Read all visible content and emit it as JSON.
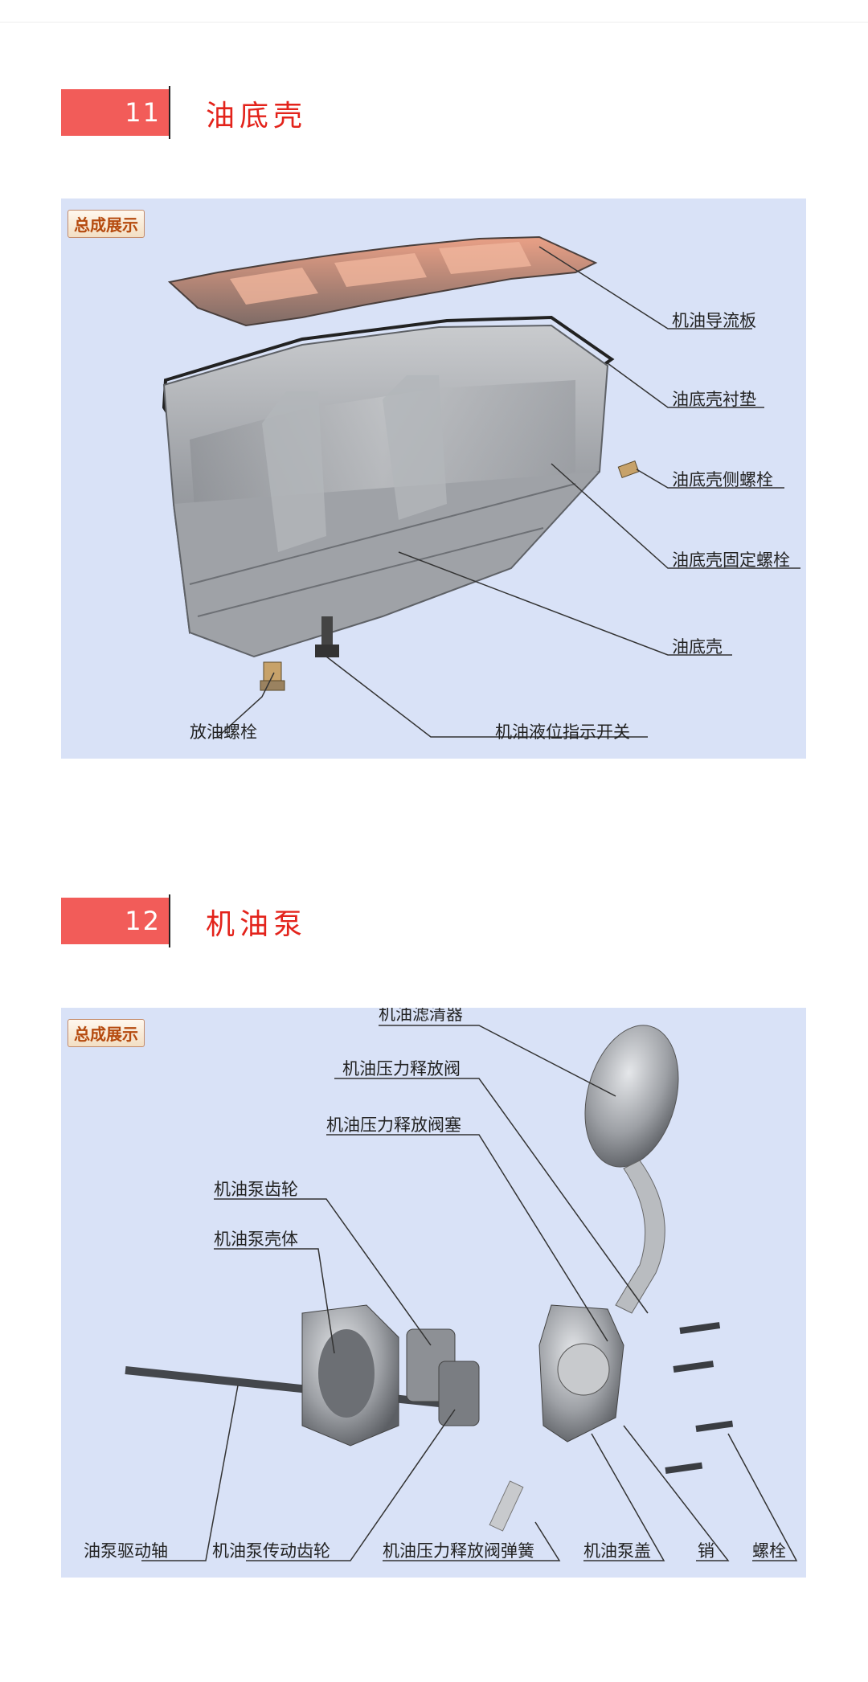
{
  "sections": [
    {
      "number": "11",
      "title": "油底壳",
      "badge": "总成展示",
      "labels": {
        "baffle": "机油导流板",
        "gasket": "油底壳衬垫",
        "side_bolt": "油底壳侧螺栓",
        "fix_bolt": "油底壳固定螺栓",
        "pan": "油底壳",
        "drain": "放油螺栓",
        "level_switch": "机油液位指示开关"
      }
    },
    {
      "number": "12",
      "title": "机油泵",
      "badge": "总成展示",
      "labels": {
        "strainer": "机油滤清器",
        "relief_valve": "机油压力释放阀",
        "relief_plug": "机油压力释放阀塞",
        "pump_gear": "机油泵齿轮",
        "pump_body": "机油泵壳体",
        "drive_shaft": "油泵驱动轴",
        "drive_gear": "机油泵传动齿轮",
        "relief_spring": "机油压力释放阀弹簧",
        "pump_cover": "机油泵盖",
        "pin": "销",
        "bolt": "螺栓"
      }
    }
  ]
}
